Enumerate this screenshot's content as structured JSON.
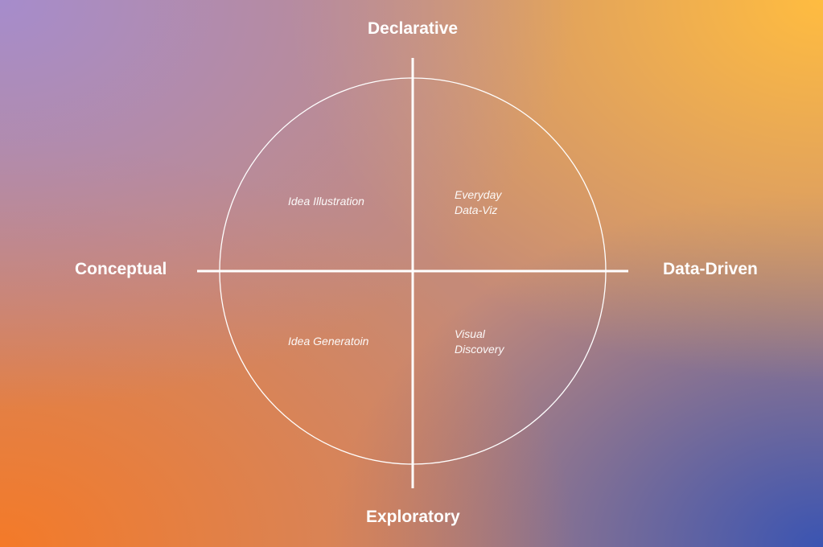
{
  "axes": {
    "top": "Declarative",
    "bottom": "Exploratory",
    "left": "Conceptual",
    "right": "Data-Driven"
  },
  "quadrants": {
    "top_left": [
      "Idea Illustration"
    ],
    "top_right": [
      "Everyday",
      "Data-Viz"
    ],
    "bottom_left": [
      "Idea Generatoin"
    ],
    "bottom_right": [
      "Visual",
      "Discovery"
    ]
  },
  "colors": {
    "line": "#ffffff"
  }
}
